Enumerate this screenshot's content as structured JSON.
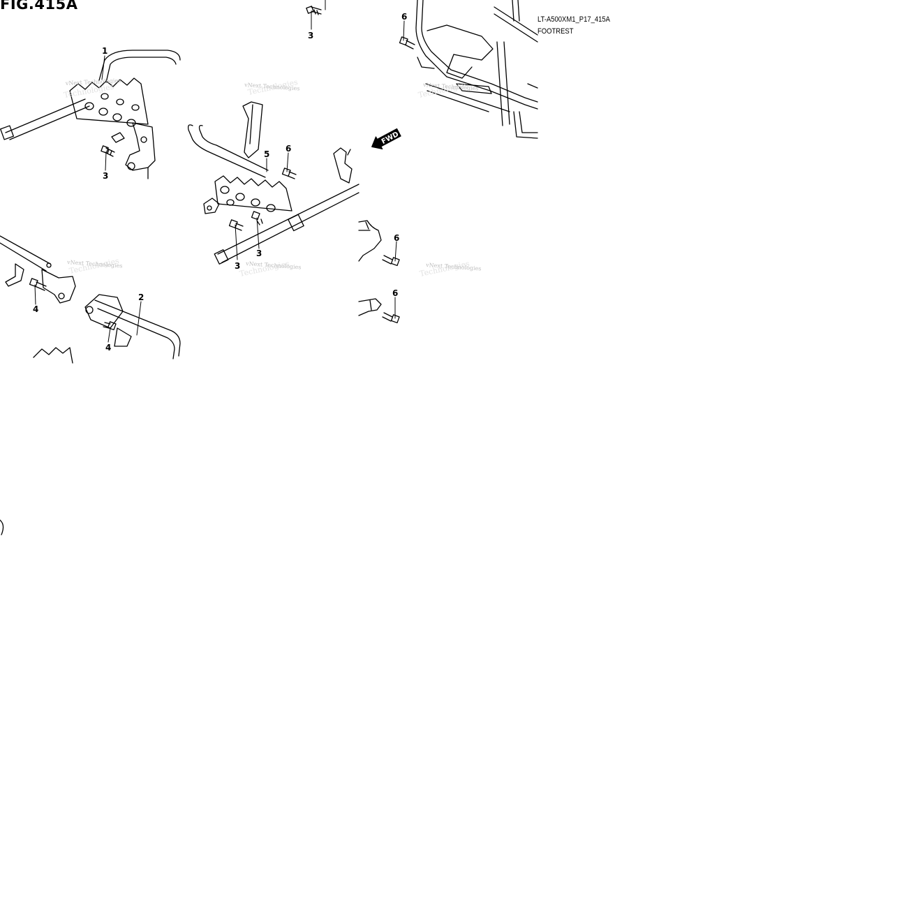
{
  "figure": {
    "title": "FIG.415A",
    "reference_code": "LT-A500XM1_P17_415A",
    "caption": "FOOTREST"
  },
  "direction_arrow": {
    "label": "FWD",
    "icon": "forward-arrow-icon"
  },
  "watermark": {
    "text": "vNext Technologies",
    "ghost_text": "Technologies"
  },
  "callouts": {
    "c1": "1",
    "c2": "2",
    "c3a": "3",
    "c3b": "3",
    "c3c": "3",
    "c3d": "3",
    "c4a": "4",
    "c4b": "4",
    "c5": "5",
    "c6a": "6",
    "c6b": "6",
    "c6c": "6",
    "c6d": "6"
  }
}
